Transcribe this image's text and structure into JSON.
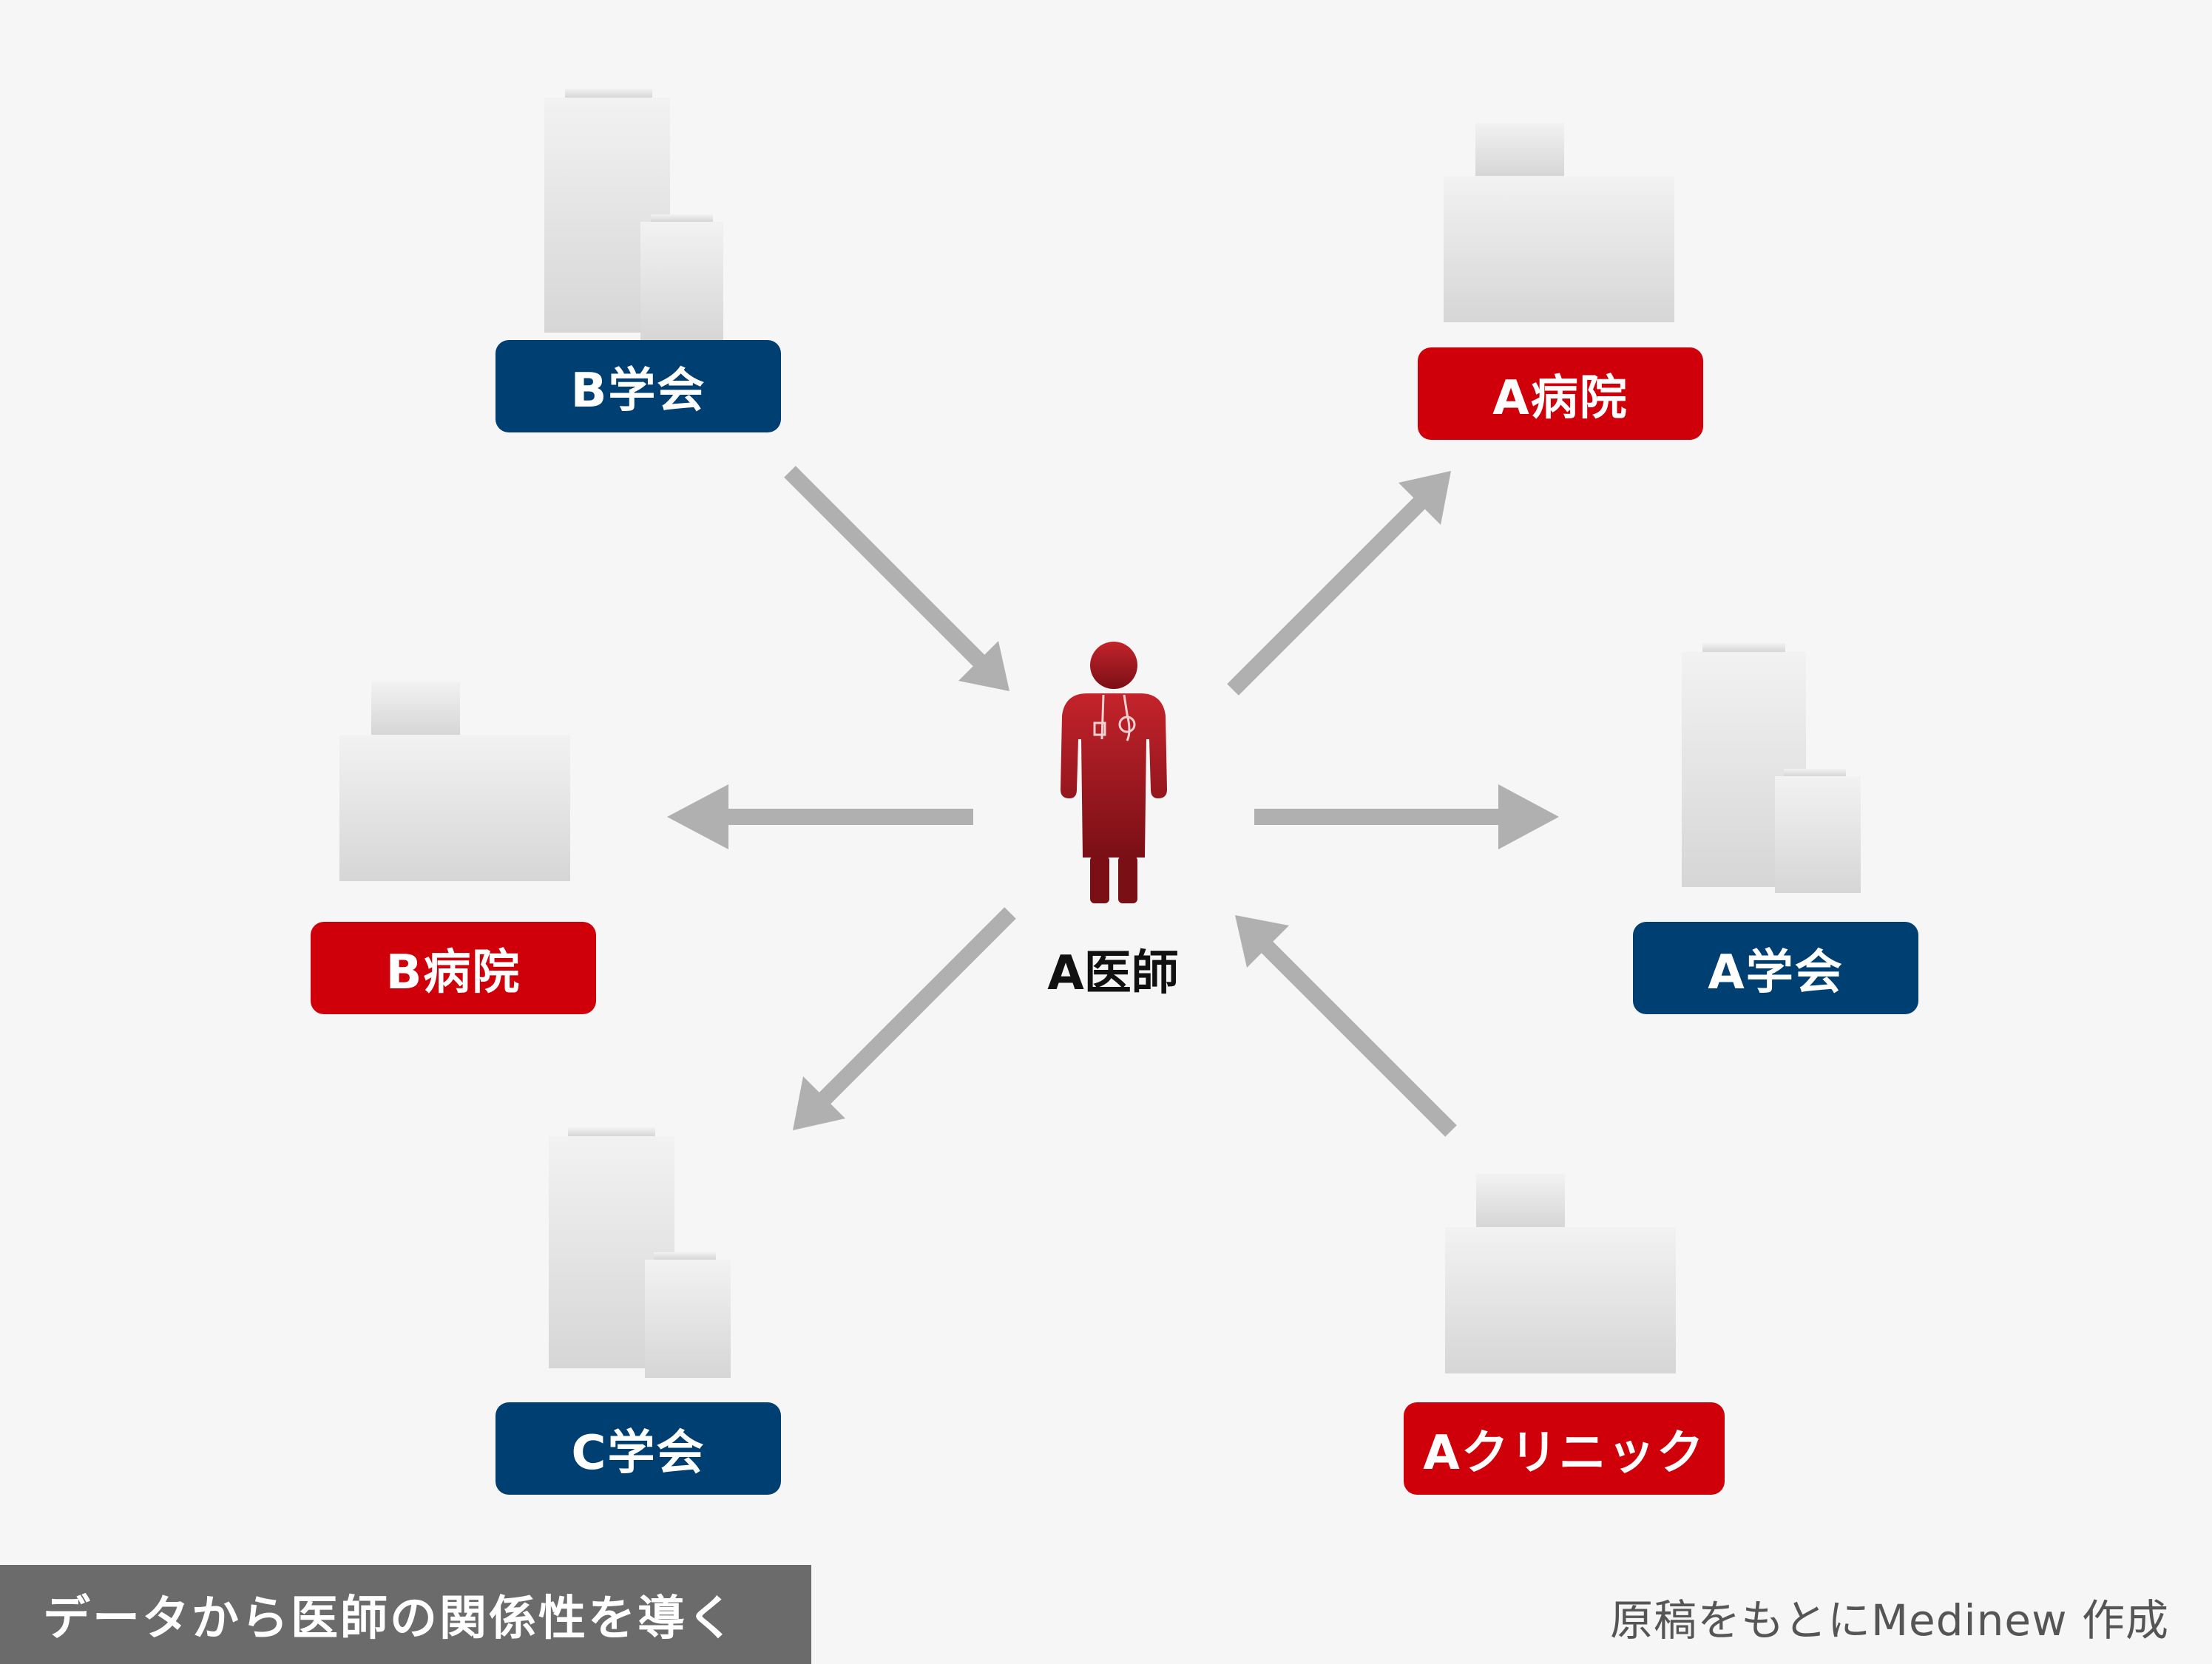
{
  "diagram": {
    "center_label": "A医師",
    "nodes": [
      {
        "id": "b-gakkai",
        "label": "B学会",
        "color": "#003f72"
      },
      {
        "id": "a-byoin",
        "label": "A病院",
        "color": "#d0000a"
      },
      {
        "id": "b-byoin",
        "label": "B病院",
        "color": "#d0000a"
      },
      {
        "id": "a-gakkai",
        "label": "A学会",
        "color": "#003f72"
      },
      {
        "id": "c-gakkai",
        "label": "C学会",
        "color": "#003f72"
      },
      {
        "id": "a-clinic",
        "label": "Aクリニック",
        "color": "#d0000a"
      }
    ],
    "arrow_color": "#b0b0b0",
    "doctor_color": "#a8202a"
  },
  "footer": {
    "title": "データから医師の関係性を導く",
    "source": "原稿をもとにMedinew 作成"
  }
}
